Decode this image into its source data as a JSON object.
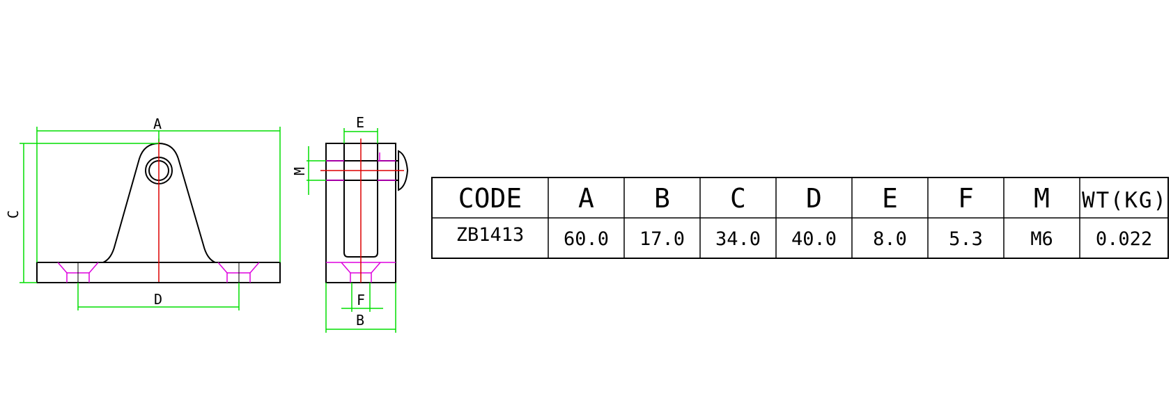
{
  "drawing": {
    "front_view": {
      "dim_A": "A",
      "dim_C": "C",
      "dim_D": "D"
    },
    "side_view": {
      "dim_E": "E",
      "dim_M": "M",
      "dim_F": "F",
      "dim_B": "B"
    },
    "colors": {
      "outline": "#000000",
      "dimension": "#00dd00",
      "centerline": "#dd0000",
      "hidden_feature": "#dd00dd"
    }
  },
  "spec_table": {
    "headers": [
      "CODE",
      "A",
      "B",
      "C",
      "D",
      "E",
      "F",
      "M",
      "WT(KG)"
    ],
    "rows": [
      [
        "ZB1413",
        "60.0",
        "17.0",
        "34.0",
        "40.0",
        "8.0",
        "5.3",
        "M6",
        "0.022"
      ]
    ]
  }
}
